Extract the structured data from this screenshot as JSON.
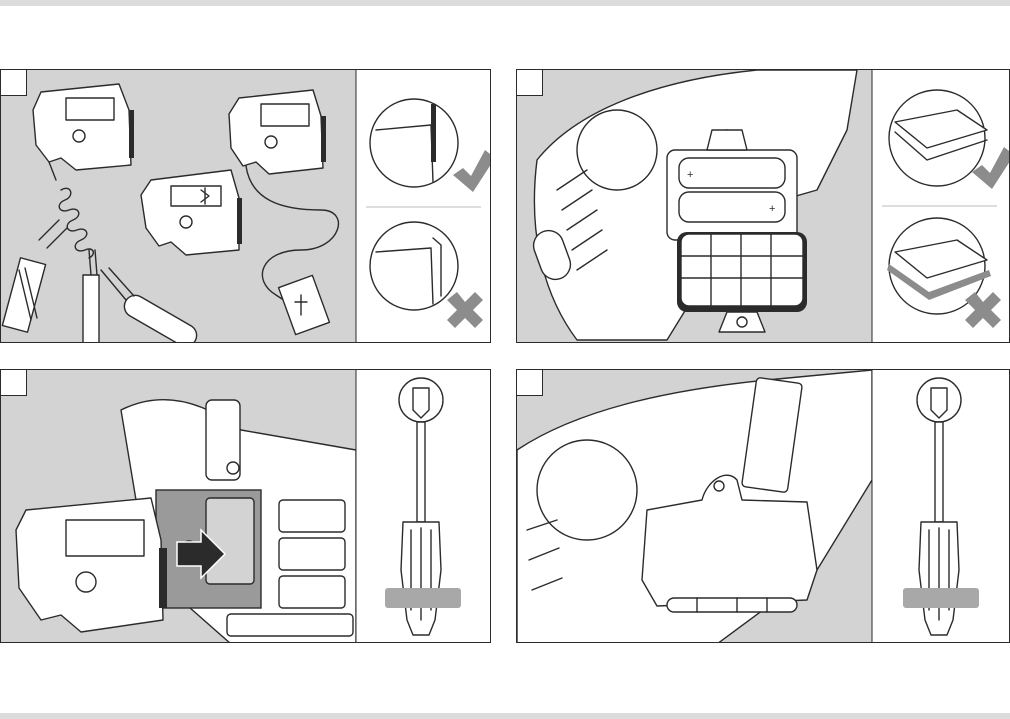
{
  "page": {
    "panels": [
      {
        "id": "panel-1",
        "step_label": ""
      },
      {
        "id": "panel-2",
        "step_label": ""
      },
      {
        "id": "panel-3",
        "step_label": ""
      },
      {
        "id": "panel-4",
        "step_label": ""
      }
    ],
    "icons": {
      "correct": "check-mark-icon",
      "incorrect": "cross-mark-icon",
      "tool": "screwdriver-icon",
      "direction": "arrow-right-icon"
    },
    "colors": {
      "panel_background": "#d3d3d3",
      "line": "#2b2b2b",
      "mark_gray": "#8c8c8c",
      "tool_band": "#a8a8a8"
    }
  }
}
